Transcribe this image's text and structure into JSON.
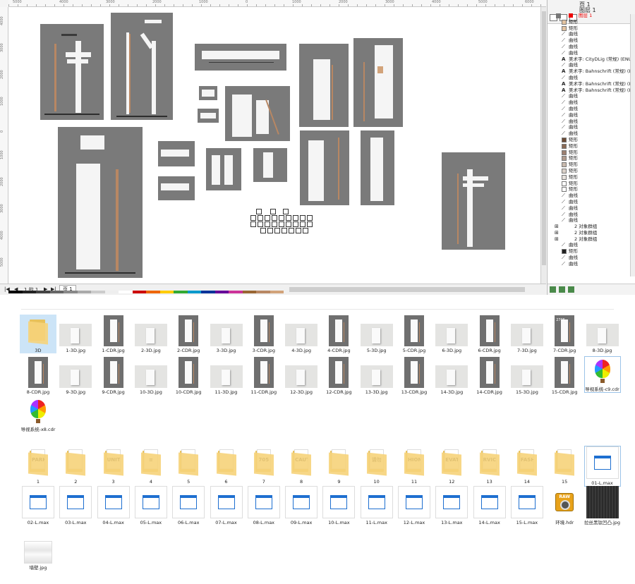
{
  "coreldraw": {
    "ruler_h": [
      "5000",
      "4000",
      "3000",
      "2000",
      "1000",
      "0",
      "1000",
      "2000",
      "3000",
      "4000",
      "5000",
      "6000"
    ],
    "ruler_v": [
      "4000",
      "3000",
      "2000",
      "1000",
      "0",
      "1000",
      "2000",
      "3000",
      "4000",
      "5000"
    ],
    "page_nav": {
      "count_text": "1 的 1",
      "tab": "页 1"
    },
    "object_manager": {
      "page": "页 1",
      "layer": "图层 1",
      "layer_item": "图层 1",
      "rows": [
        {
          "label": "矩形",
          "icon": "rect-fill-icon",
          "color": "#e3c3a1"
        },
        {
          "label": "矩形",
          "icon": "rect-fill-icon",
          "color": "#e3c3a1"
        },
        {
          "label": "曲线",
          "icon": "curve-icon"
        },
        {
          "label": "曲线",
          "icon": "curve-icon"
        },
        {
          "label": "曲线",
          "icon": "curve-icon"
        },
        {
          "label": "曲线",
          "icon": "curve-icon"
        },
        {
          "label": "美术字: CityDLig (常规) (ENU)",
          "icon": "text-icon"
        },
        {
          "label": "曲线",
          "icon": "curve-icon"
        },
        {
          "label": "美术字: Bahnschrift (常规) (ENU)",
          "icon": "text-icon"
        },
        {
          "label": "曲线",
          "icon": "curve-icon"
        },
        {
          "label": "美术字: Bahnschrift (常规) (ENU)",
          "icon": "text-icon"
        },
        {
          "label": "美术字: Bahnschrift (常规) (ENU)",
          "icon": "text-icon"
        },
        {
          "label": "曲线",
          "icon": "curve-icon"
        },
        {
          "label": "曲线",
          "icon": "curve-icon"
        },
        {
          "label": "曲线",
          "icon": "curve-icon"
        },
        {
          "label": "曲线",
          "icon": "curve-icon"
        },
        {
          "label": "曲线",
          "icon": "curve-icon"
        },
        {
          "label": "曲线",
          "icon": "curve-icon"
        },
        {
          "label": "曲线",
          "icon": "curve-icon"
        },
        {
          "label": "矩形",
          "icon": "rect-fill-icon",
          "color": "#6b4a35"
        },
        {
          "label": "矩形",
          "icon": "rect-fill-icon",
          "color": "#8a6a55"
        },
        {
          "label": "矩形",
          "icon": "rect-fill-icon",
          "color": "#9c8070"
        },
        {
          "label": "矩形",
          "icon": "rect-fill-icon",
          "color": "#b09a8c"
        },
        {
          "label": "矩形",
          "icon": "rect-fill-icon",
          "color": "#c8b9ad"
        },
        {
          "label": "矩形",
          "icon": "rect-fill-icon",
          "color": "#d9d0c8"
        },
        {
          "label": "矩形",
          "icon": "rect-fill-icon",
          "color": "#e6e1dc"
        },
        {
          "label": "矩形",
          "icon": "rect-fill-icon",
          "color": "#ffffff"
        },
        {
          "label": "矩形",
          "icon": "rect-fill-icon",
          "color": "#ffffff"
        },
        {
          "label": "曲线",
          "icon": "curve-icon"
        },
        {
          "label": "曲线",
          "icon": "curve-icon"
        },
        {
          "label": "曲线",
          "icon": "curve-icon"
        },
        {
          "label": "曲线",
          "icon": "curve-icon"
        },
        {
          "label": "曲线",
          "icon": "curve-icon"
        },
        {
          "label": "2 对象群组",
          "icon": "group-icon",
          "group": true
        },
        {
          "label": "2 对象群组",
          "icon": "group-icon",
          "group": true
        },
        {
          "label": "2 对象群组",
          "icon": "group-icon",
          "group": true
        },
        {
          "label": "曲线",
          "icon": "curve-icon"
        },
        {
          "label": "矩形",
          "icon": "rect-fill-icon",
          "color": "#222222"
        },
        {
          "label": "曲线",
          "icon": "curve-icon"
        },
        {
          "label": "曲线",
          "icon": "curve-icon"
        }
      ]
    }
  },
  "explorer": {
    "row1": [
      {
        "label": "3D",
        "kind": "folder-plain",
        "selected": true
      },
      {
        "label": "1-3D.jpg",
        "kind": "photo"
      },
      {
        "label": "1-CDR.jpg",
        "kind": "cdr"
      },
      {
        "label": "2-3D.jpg",
        "kind": "photo"
      },
      {
        "label": "2-CDR.jpg",
        "kind": "cdr"
      },
      {
        "label": "3-3D.jpg",
        "kind": "photo"
      },
      {
        "label": "3-CDR.jpg",
        "kind": "cdr"
      },
      {
        "label": "4-3D.jpg",
        "kind": "photo"
      },
      {
        "label": "4-CDR.jpg",
        "kind": "cdr"
      },
      {
        "label": "5-3D.jpg",
        "kind": "photo"
      },
      {
        "label": "5-CDR.jpg",
        "kind": "cdr"
      },
      {
        "label": "6-3D.jpg",
        "kind": "photo"
      },
      {
        "label": "6-CDR.jpg",
        "kind": "cdr"
      },
      {
        "label": "7-3D.jpg",
        "kind": "photo"
      },
      {
        "label": "7-CDR.jpg",
        "kind": "cdr",
        "thumb_text": "2705"
      },
      {
        "label": "8-3D.jpg",
        "kind": "photo"
      }
    ],
    "row2": [
      {
        "label": "8-CDR.jpg",
        "kind": "cdr"
      },
      {
        "label": "9-3D.jpg",
        "kind": "photo"
      },
      {
        "label": "9-CDR.jpg",
        "kind": "cdr"
      },
      {
        "label": "10-3D.jpg",
        "kind": "photo"
      },
      {
        "label": "10-CDR.jpg",
        "kind": "cdr"
      },
      {
        "label": "11-3D.jpg",
        "kind": "photo"
      },
      {
        "label": "11-CDR.jpg",
        "kind": "cdr"
      },
      {
        "label": "12-3D.jpg",
        "kind": "photo"
      },
      {
        "label": "12-CDR.jpg",
        "kind": "cdr"
      },
      {
        "label": "13-3D.jpg",
        "kind": "photo"
      },
      {
        "label": "13-CDR.jpg",
        "kind": "cdr"
      },
      {
        "label": "14-3D.jpg",
        "kind": "photo"
      },
      {
        "label": "14-CDR.jpg",
        "kind": "cdr"
      },
      {
        "label": "15-3D.jpg",
        "kind": "photo"
      },
      {
        "label": "15-CDR.jpg",
        "kind": "cdr"
      },
      {
        "label": "导视系统-c9.cdr",
        "kind": "cdrfile",
        "boxed": true
      }
    ],
    "row3": [
      {
        "label": "导视系统-x8.cdr",
        "kind": "cdrfile"
      }
    ],
    "row4": [
      {
        "label": "1",
        "kind": "folder",
        "thumb_text": "PARK"
      },
      {
        "label": "2",
        "kind": "folder",
        "thumb_text": ""
      },
      {
        "label": "3",
        "kind": "folder",
        "thumb_text": "UNIT A"
      },
      {
        "label": "4",
        "kind": "folder",
        "thumb_text": "≡"
      },
      {
        "label": "5",
        "kind": "folder",
        "thumb_text": ""
      },
      {
        "label": "6",
        "kind": "folder",
        "thumb_text": ""
      },
      {
        "label": "7",
        "kind": "folder",
        "thumb_text": "705"
      },
      {
        "label": "8",
        "kind": "folder",
        "thumb_text": "CAUTION"
      },
      {
        "label": "9",
        "kind": "folder",
        "thumb_text": ""
      },
      {
        "label": "10",
        "kind": "folder",
        "thumb_text": "请勿吸烟"
      },
      {
        "label": "11",
        "kind": "folder",
        "thumb_text": "HION P"
      },
      {
        "label": "12",
        "kind": "folder",
        "thumb_text": "EVATOR"
      },
      {
        "label": "13",
        "kind": "folder",
        "thumb_text": "RVICE"
      },
      {
        "label": "14",
        "kind": "folder",
        "thumb_text": "FASH"
      },
      {
        "label": "15",
        "kind": "folder",
        "thumb_text": ""
      },
      {
        "label": "01-L.max",
        "kind": "max",
        "boxed": true
      }
    ],
    "row5": [
      {
        "label": "02-L.max",
        "kind": "max"
      },
      {
        "label": "03-L.max",
        "kind": "max"
      },
      {
        "label": "04-L.max",
        "kind": "max"
      },
      {
        "label": "05-L.max",
        "kind": "max"
      },
      {
        "label": "06-L.max",
        "kind": "max"
      },
      {
        "label": "07-L.max",
        "kind": "max"
      },
      {
        "label": "08-L.max",
        "kind": "max"
      },
      {
        "label": "09-L.max",
        "kind": "max"
      },
      {
        "label": "10-L.max",
        "kind": "max"
      },
      {
        "label": "11-L.max",
        "kind": "max"
      },
      {
        "label": "12-L.max",
        "kind": "max"
      },
      {
        "label": "13-L.max",
        "kind": "max"
      },
      {
        "label": "14-L.max",
        "kind": "max"
      },
      {
        "label": "15-L.max",
        "kind": "max"
      },
      {
        "label": "环境.hdr",
        "kind": "hdr",
        "thumb_text": "RAW"
      },
      {
        "label": "拉丝黑钛凹凸.jpg",
        "kind": "dark"
      }
    ],
    "row6": [
      {
        "label": "墙壁.jpg",
        "kind": "wall"
      }
    ]
  }
}
